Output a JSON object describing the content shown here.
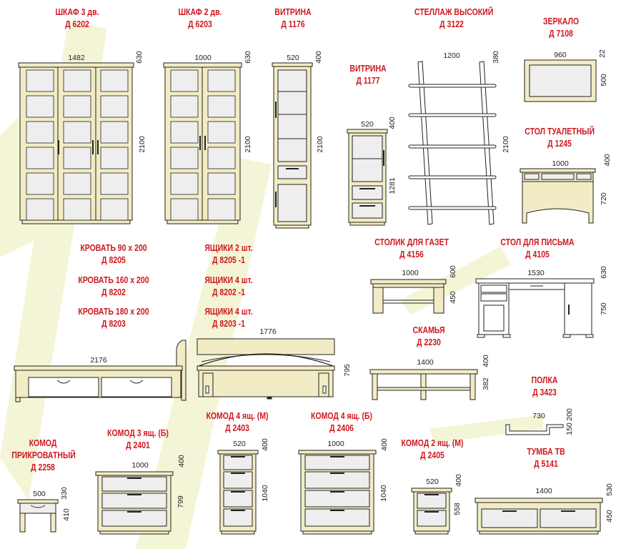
{
  "colors": {
    "title": "#d0181f",
    "frame": "#f1ecc4",
    "glass": "#eeeeee",
    "outline": "#222222",
    "background_rays": "#f2f4d2"
  },
  "items": {
    "shkaf3": {
      "name": "ШКАФ 3 дв.",
      "code": "Д 6202",
      "width": "1482",
      "depth": "630",
      "height": "2100"
    },
    "shkaf2": {
      "name": "ШКАФ 2 дв.",
      "code": "Д 6203",
      "width": "1000",
      "depth": "630",
      "height": "2100"
    },
    "vitrina1176": {
      "name": "ВИТРИНА",
      "code": "Д 1176",
      "width": "520",
      "depth": "400",
      "height": "2100"
    },
    "vitrina1177": {
      "name": "ВИТРИНА",
      "code": "Д 1177",
      "width": "520",
      "depth": "400",
      "height": "1281"
    },
    "stellazh": {
      "name": "СТЕЛЛАЖ ВЫСОКИЙ",
      "code": "Д 3122",
      "width": "1200",
      "depth": "380",
      "height": "2100"
    },
    "zerkalo": {
      "name": "ЗЕРКАЛО",
      "code": "Д 7108",
      "width": "960",
      "depth": "22",
      "height": "500"
    },
    "stol_tualetny": {
      "name": "СТОЛ ТУАЛЕТНЫЙ",
      "code": "Д 1245",
      "width": "1000",
      "depth": "400",
      "height": "720"
    },
    "krovat90": {
      "name": "КРОВАТЬ 90 х 200",
      "code": "Д 8205"
    },
    "krovat160": {
      "name": "КРОВАТЬ  160 х 200",
      "code": "Д 8202"
    },
    "krovat180": {
      "name": "КРОВАТЬ  180 х 200",
      "code": "Д 8203"
    },
    "yashchiki2": {
      "name": "ЯЩИКИ  2 шт.",
      "code": "Д 8205 -1"
    },
    "yashchiki4a": {
      "name": "ЯЩИКИ   4 шт.",
      "code": "Д 8202 -1"
    },
    "yashchiki4b": {
      "name": "ЯЩИКИ   4 шт.",
      "code": "Д 8203 -1"
    },
    "bed_dims": {
      "length": "2176",
      "width": "1776",
      "height": "795"
    },
    "stolik_gazet": {
      "name": "СТОЛИК ДЛЯ ГАЗЕТ",
      "code": "Д 4156",
      "width": "1000",
      "depth": "600",
      "height": "450"
    },
    "stol_pisma": {
      "name": "СТОЛ ДЛЯ ПИСЬМА",
      "code": "Д 4105",
      "width": "1530",
      "depth": "630",
      "height": "750"
    },
    "skamya": {
      "name": "СКАМЬЯ",
      "code": "Д 2230",
      "width": "1400",
      "depth": "400",
      "height": "382"
    },
    "polka": {
      "name": "ПОЛКА",
      "code": "Д 3423",
      "width": "730",
      "depth": "200",
      "height": "150"
    },
    "komod_prikrovatny": {
      "name": "КОМОД ПРИКРОВАТНЫЙ",
      "line1": "КОМОД",
      "line2": "ПРИКРОВАТНЫЙ",
      "code": "Д 2258",
      "width": "500",
      "depth": "330",
      "height": "410"
    },
    "komod3b": {
      "name": "КОМОД 3 ящ. (Б)",
      "code": "Д 2401",
      "width": "1000",
      "depth": "400",
      "height": "799"
    },
    "komod4m": {
      "name": "КОМОД 4 ящ. (М)",
      "code": "Д 2403",
      "width": "520",
      "depth": "400",
      "height": "1040"
    },
    "komod4b": {
      "name": "КОМОД 4 ящ. (Б)",
      "code": "Д 2406",
      "width": "1000",
      "depth": "400",
      "height": "1040"
    },
    "komod2m": {
      "name": "КОМОД 2 ящ. (М)",
      "code": "Д 2405",
      "width": "520",
      "depth": "400",
      "height": "558"
    },
    "tumba_tv": {
      "name": "ТУМБА ТВ",
      "code": "Д 5141",
      "width": "1400",
      "depth": "530",
      "height": "450"
    }
  }
}
